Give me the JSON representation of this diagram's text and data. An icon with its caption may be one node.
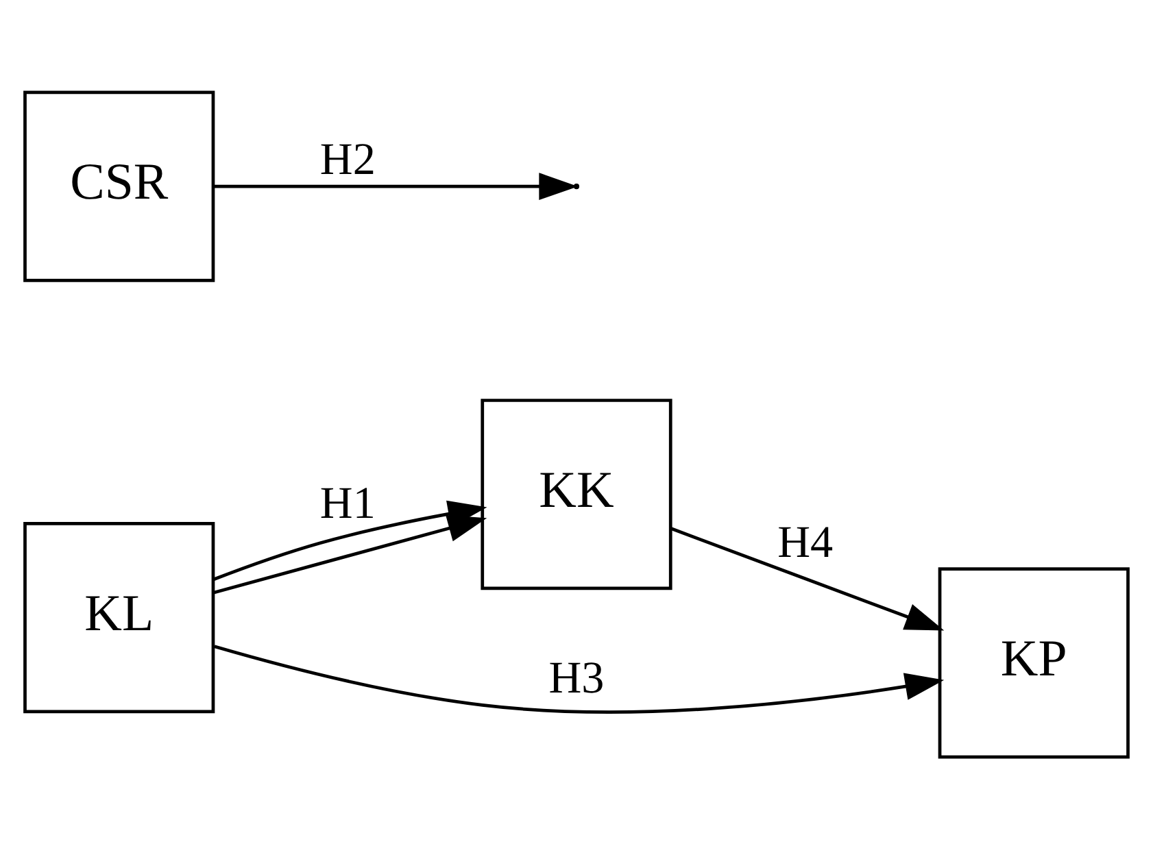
{
  "diagram": {
    "nodes": [
      {
        "text": [
          "KL"
        ]
      },
      {
        "text": [
          "KK"
        ]
      },
      {
        "text": [
          "KP"
        ]
      },
      {
        "text": [
          "CSR"
        ]
      }
    ],
    "edges": [
      {
        "from": 0,
        "to": 1,
        "arrow": "to",
        "label": "H1"
      },
      {
        "from": 0,
        "to": 1,
        "arrow": "to"
      },
      {
        "from": 3,
        "to": null,
        "arrow": "to",
        "label": "H2"
      },
      {
        "from": 1,
        "to": 2,
        "arrow": "to",
        "label": "H4"
      },
      {
        "from": 0,
        "to": 2,
        "arrow": "to",
        "label": "H3"
      }
    ]
  }
}
